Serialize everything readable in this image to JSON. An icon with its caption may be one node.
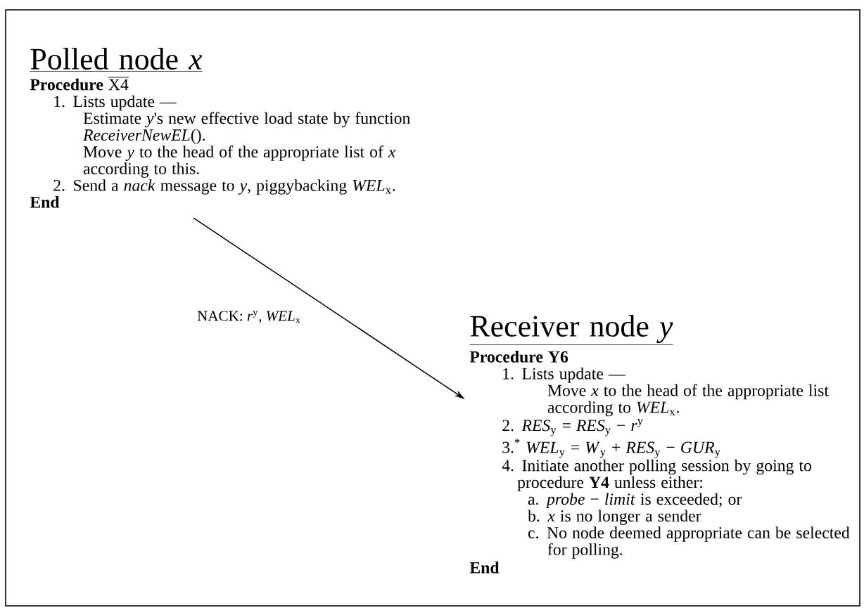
{
  "diagram": {
    "nodes": [
      {
        "text": [
          "Polled node *x*",
          "Procedure",
          "X4",
          "1. Lists update —",
          "Estimate *y*'s new effective load state by function *ReceiverNewEL*().",
          "Move *y* to the head of the appropriate list of *x* according to this.",
          "2. Send a *nack* message to *y*, piggybacking *WEL*$_{x}$.",
          "End"
        ]
      },
      {
        "text": [
          "Receiver node *y*",
          "Procedure Y6",
          "1. Lists update —",
          "Move *x* to the head of the appropriate list according to *WEL*$_{x}$.",
          "2. *RES*$_{y}$ = *RES*$_{y}$ − *r*$^{y}$",
          "3.$^{*}$ *WEL*$_{y}$ = *W*$_{y}$ + *RES*$_{y}$ − *GUR*$_{y}$",
          "4. Initiate another polling session by going to procedure **Y4** unless either:",
          "a. *probe* − *limit* is exceeded; or",
          "b. *x* is no longer a sender",
          "c. No node deemed appropriate can be selected for polling.",
          "End"
        ]
      }
    ],
    "edges": [
      {
        "from": 0,
        "to": 1,
        "arrow": "to",
        "label": "NACK: *r*$^{y}$, *WEL*$_{x}$"
      }
    ]
  }
}
